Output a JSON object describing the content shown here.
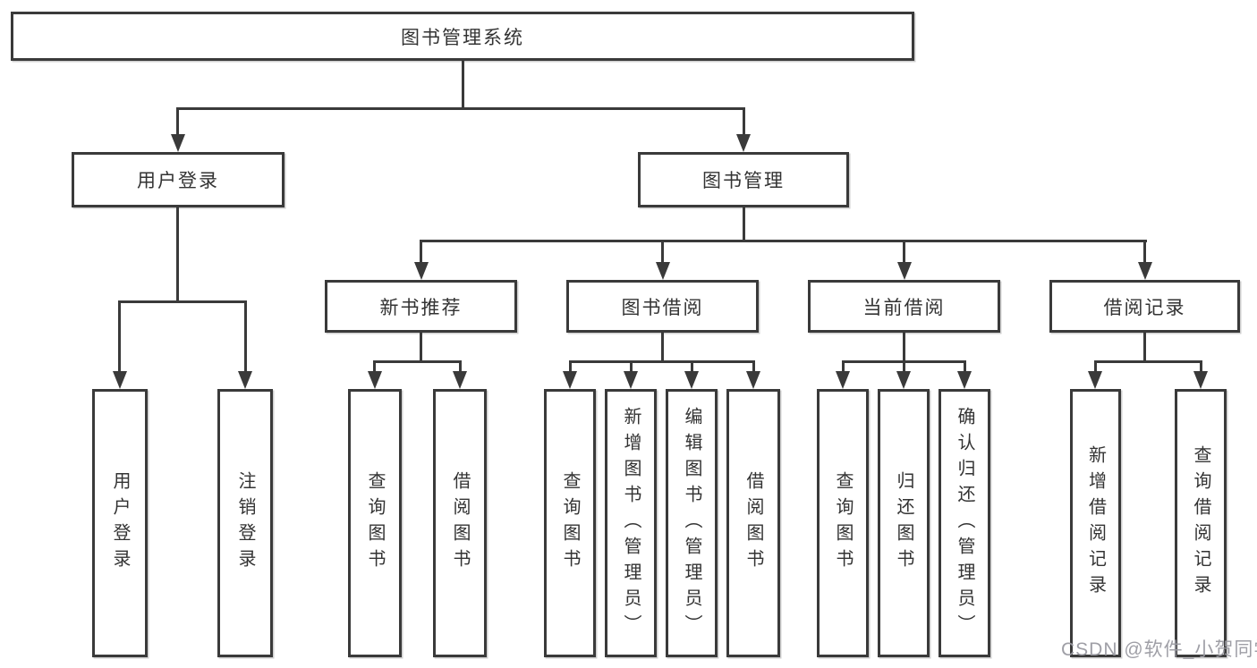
{
  "diagram": {
    "title": "图书管理系统",
    "watermark": "CSDN @软件_小贺同学",
    "level2": [
      {
        "label": "用户登录"
      },
      {
        "label": "图书管理"
      }
    ],
    "level3": [
      {
        "label": "新书推荐"
      },
      {
        "label": "图书借阅"
      },
      {
        "label": "当前借阅"
      },
      {
        "label": "借阅记录"
      }
    ],
    "leaves": {
      "login": [
        "用户登录",
        "注销登录"
      ],
      "recommend": [
        "查询图书",
        "借阅图书"
      ],
      "borrow": [
        "查询图书",
        "新增图书（管理员）",
        "编辑图书（管理员）",
        "借阅图书"
      ],
      "current": [
        "查询图书",
        "归还图书",
        "确认归还（管理员）"
      ],
      "records": [
        "新增借阅记录",
        "查询借阅记录"
      ]
    },
    "colors": {
      "line": "#3a3a3a",
      "text": "#333333",
      "watermark": "#9a9aa2",
      "background": "#ffffff"
    }
  }
}
